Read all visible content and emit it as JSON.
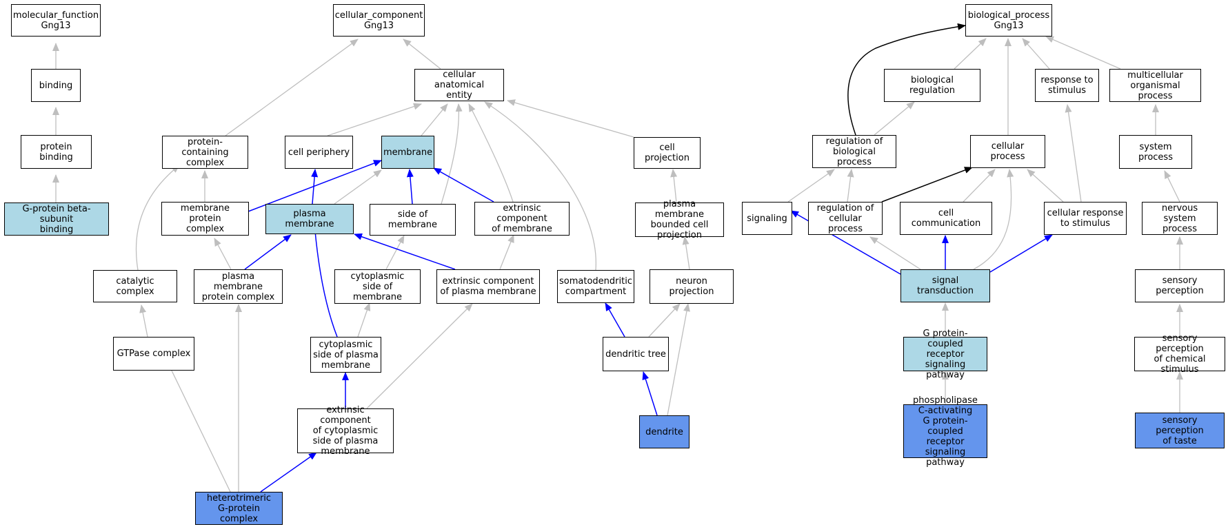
{
  "colors": {
    "light": "#add8e6",
    "dark": "#6495ed",
    "gray": "#bebebe",
    "blue": "#0000ff",
    "black": "#000000"
  },
  "nodes": {
    "mf_root": "molecular_function\nGng13",
    "binding": "binding",
    "protein_binding": "protein binding",
    "gprot_beta_binding": "G-protein beta-subunit\nbinding",
    "cc_root": "cellular_component\nGng13",
    "cell_anat_entity": "cellular anatomical\nentity",
    "protein_containing_complex": "protein-containing\ncomplex",
    "cell_periphery": "cell periphery",
    "membrane": "membrane",
    "cell_projection": "cell projection",
    "membrane_protein_complex": "membrane protein\ncomplex",
    "plasma_membrane": "plasma membrane",
    "side_of_membrane": "side of membrane",
    "extrinsic_comp_membrane": "extrinsic component\nof membrane",
    "pm_bounded_cell_projection": "plasma membrane\nbounded cell\nprojection",
    "catalytic_complex": "catalytic complex",
    "pm_protein_complex": "plasma membrane\nprotein complex",
    "cytoplasmic_side_membrane": "cytoplasmic\nside of membrane",
    "extrinsic_comp_pm": "extrinsic component\nof plasma membrane",
    "somatodendritic": "somatodendritic\ncompartment",
    "neuron_projection": "neuron projection",
    "gtpase_complex": "GTPase complex",
    "cytoplasmic_side_pm": "cytoplasmic\nside of plasma\nmembrane",
    "dendritic_tree": "dendritic tree",
    "extrinsic_comp_cyto_pm": "extrinsic component\nof cytoplasmic\nside of plasma\nmembrane",
    "dendrite": "dendrite",
    "hetero_gprot_complex": "heterotrimeric\nG-protein complex",
    "bp_root": "biological_process\nGng13",
    "biological_regulation": "biological regulation",
    "response_to_stimulus": "response to\nstimulus",
    "multicellular_process": "multicellular\norganismal process",
    "reg_bio_process": "regulation of\nbiological process",
    "cellular_process": "cellular process",
    "system_process": "system process",
    "signaling": "signaling",
    "reg_cell_process": "regulation of\ncellular process",
    "cell_communication": "cell communication",
    "cellular_response_stimulus": "cellular response\nto stimulus",
    "nervous_system_process": "nervous system\nprocess",
    "signal_transduction": "signal transduction",
    "sensory_perception": "sensory perception",
    "gpcr_signaling": "G protein-coupled\nreceptor signaling\npathway",
    "sp_chemical_stimulus": "sensory perception\nof chemical\nstimulus",
    "plc_gpcr_signaling": "phospholipase\nC-activating\nG protein-coupled\nreceptor signaling\npathway",
    "sp_taste": "sensory perception\nof taste"
  }
}
